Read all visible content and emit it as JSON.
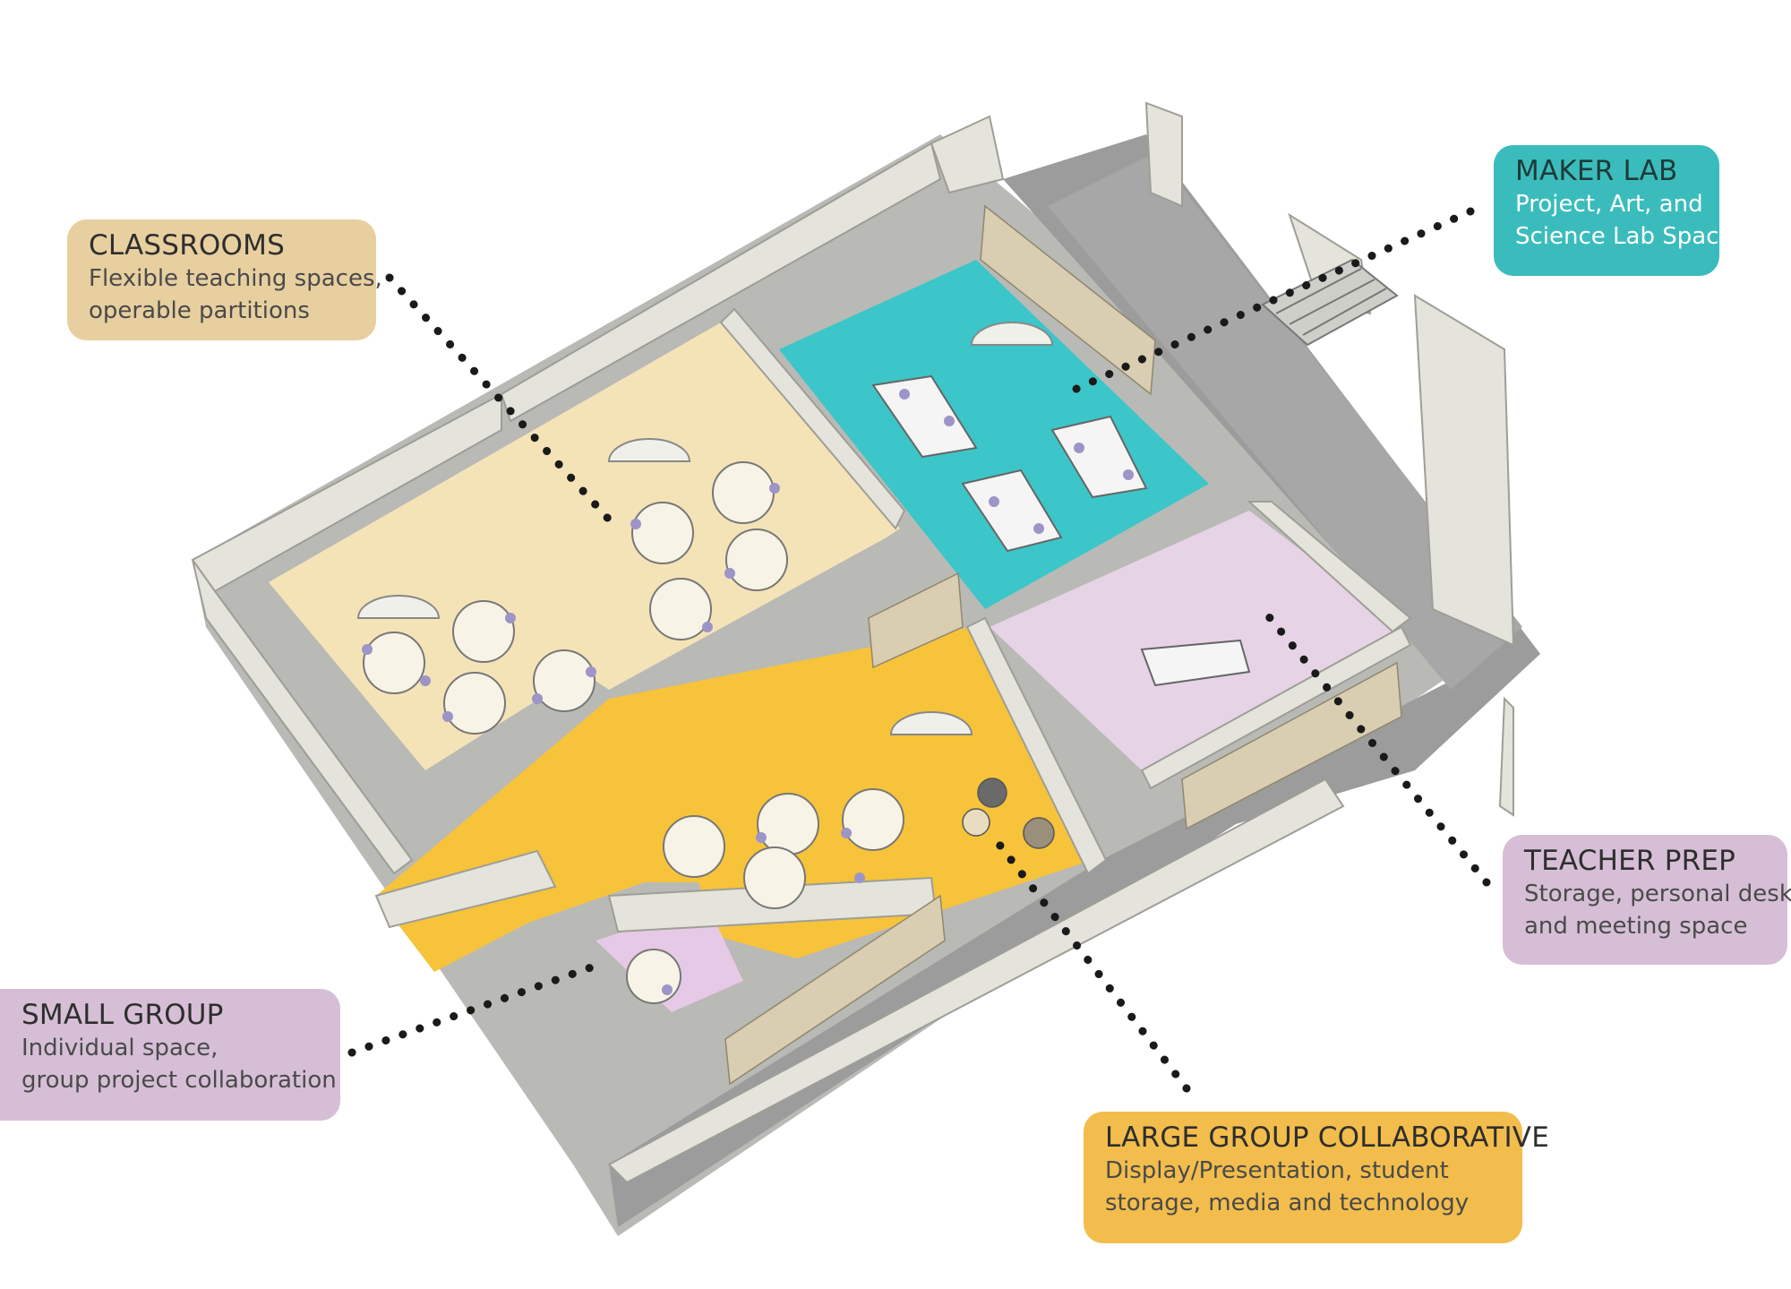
{
  "colors": {
    "classrooms": "#e8cfa0",
    "maker_lab": "#3bbcbc",
    "teacher_prep": "#d6bfd6",
    "small_group": "#d6bfd6",
    "large_group": "#f2bd4c",
    "classroom_floor": "#f5e3b8",
    "maker_floor": "#3cc6c9",
    "prep_floor": "#e6d3e6",
    "collab_floor": "#f7c33a",
    "corridor": "#9a9a9a",
    "wall": "#e6e6df",
    "dots": "#1a1a1a"
  },
  "callouts": {
    "classrooms": {
      "title": "CLASSROOMS",
      "lines": [
        "Flexible teaching spaces,",
        "operable partitions"
      ]
    },
    "maker_lab": {
      "title": "MAKER LAB",
      "lines": [
        "Project, Art, and",
        "Science Lab Space"
      ]
    },
    "teacher_prep": {
      "title": "TEACHER PREP",
      "lines": [
        "Storage, personal desks",
        "and meeting space"
      ]
    },
    "small_group": {
      "title": "SMALL GROUP",
      "lines": [
        "Individual space,",
        "group project collaboration"
      ]
    },
    "large_group": {
      "title": "LARGE GROUP COLLABORATIVE",
      "lines": [
        "Display/Presentation, student",
        "storage, media and technology"
      ]
    }
  }
}
